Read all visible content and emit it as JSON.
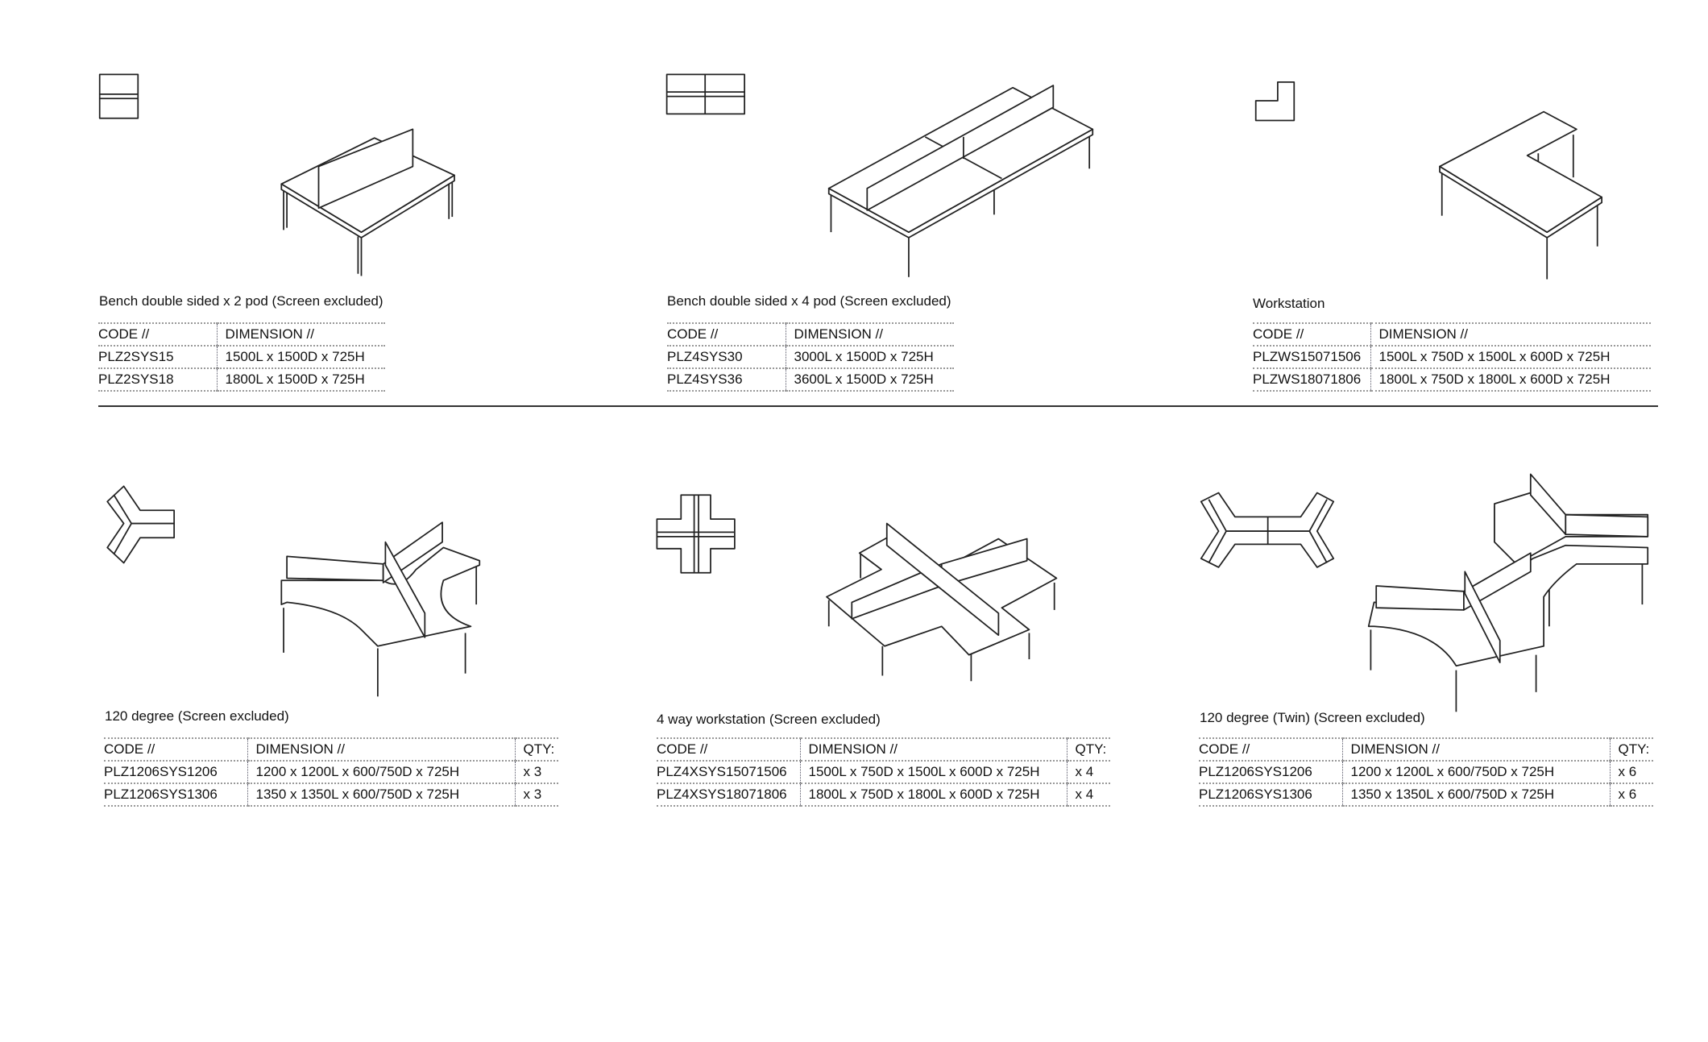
{
  "sections": [
    {
      "title": "Bench double sided x 2 pod  (Screen excluded)",
      "headers": [
        "CODE //",
        "DIMENSION //"
      ],
      "rows": [
        [
          "PLZ2SYS15",
          "1500L x 1500D x 725H"
        ],
        [
          "PLZ2SYS18",
          "1800L x 1500D x 725H"
        ]
      ]
    },
    {
      "title": "Bench double sided x 4 pod  (Screen excluded)",
      "headers": [
        "CODE //",
        "DIMENSION //"
      ],
      "rows": [
        [
          "PLZ4SYS30",
          "3000L x 1500D x 725H"
        ],
        [
          "PLZ4SYS36",
          "3600L x 1500D x 725H"
        ]
      ]
    },
    {
      "title": "Workstation",
      "headers": [
        "CODE //",
        "DIMENSION //"
      ],
      "rows": [
        [
          "PLZWS15071506",
          "1500L x 750D x 1500L x 600D x 725H"
        ],
        [
          "PLZWS18071806",
          "1800L x 750D x 1800L x 600D x 725H"
        ]
      ]
    },
    {
      "title": "120 degree  (Screen excluded)",
      "headers": [
        "CODE //",
        "DIMENSION //",
        "QTY:"
      ],
      "rows": [
        [
          "PLZ1206SYS1206",
          "1200 x 1200L x 600/750D x 725H",
          "x 3"
        ],
        [
          "PLZ1206SYS1306",
          "1350 x 1350L x 600/750D x 725H",
          "x 3"
        ]
      ]
    },
    {
      "title": "4 way workstation  (Screen excluded)",
      "headers": [
        "CODE //",
        "DIMENSION //",
        "QTY:"
      ],
      "rows": [
        [
          "PLZ4XSYS15071506",
          "1500L x 750D x 1500L x 600D x 725H",
          "x 4"
        ],
        [
          "PLZ4XSYS18071806",
          "1800L x 750D x 1800L x 600D x 725H",
          "x 4"
        ]
      ]
    },
    {
      "title": "120 degree (Twin)  (Screen excluded)",
      "headers": [
        "CODE //",
        "DIMENSION //",
        "QTY:"
      ],
      "rows": [
        [
          "PLZ1206SYS1206",
          "1200 x 1200L x 600/750D x 725H",
          "x 6"
        ],
        [
          "PLZ1206SYS1306",
          "1350 x 1350L x 600/750D x 725H",
          "x 6"
        ]
      ]
    }
  ]
}
